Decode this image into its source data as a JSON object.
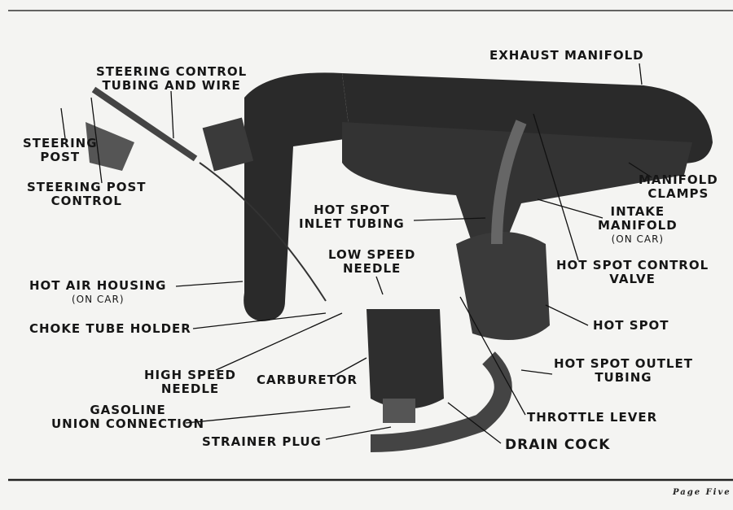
{
  "title": "Carburetor and Manifold Assembly",
  "labels": {
    "exhaust_manifold": "EXHAUST MANIFOLD",
    "steering_control_1": "STEERING CONTROL",
    "steering_control_2": "TUBING AND WIRE",
    "steering_post_1": "STEERING",
    "steering_post_2": "POST",
    "steering_post_control_1": "STEERING POST",
    "steering_post_control_2": "CONTROL",
    "manifold_clamps_1": "MANIFOLD",
    "manifold_clamps_2": "CLAMPS",
    "hot_spot_inlet_1": "HOT SPOT",
    "hot_spot_inlet_2": "INLET TUBING",
    "intake_manifold_1": "INTAKE",
    "intake_manifold_2": "MANIFOLD",
    "intake_manifold_3": "(ON CAR)",
    "low_speed_1": "LOW SPEED",
    "low_speed_2": "NEEDLE",
    "hot_spot_valve_1": "HOT SPOT CONTROL",
    "hot_spot_valve_2": "VALVE",
    "hot_air_1": "HOT AIR HOUSING",
    "hot_air_2": "(ON CAR)",
    "choke": "CHOKE TUBE HOLDER",
    "hot_spot": "HOT SPOT",
    "hot_spot_outlet_1": "HOT SPOT OUTLET",
    "hot_spot_outlet_2": "TUBING",
    "high_speed_1": "HIGH SPEED",
    "high_speed_2": "NEEDLE",
    "carburetor": "CARBURETOR",
    "gasoline_1": "GASOLINE",
    "gasoline_2": "UNION CONNECTION",
    "throttle": "THROTTLE LEVER",
    "strainer": "STRAINER PLUG",
    "drain": "DRAIN COCK"
  },
  "footer": {
    "page": "Page Five"
  },
  "colors": {
    "ink": "#161616",
    "paper": "#f4f4f2",
    "metal": "#2a2a2a"
  }
}
